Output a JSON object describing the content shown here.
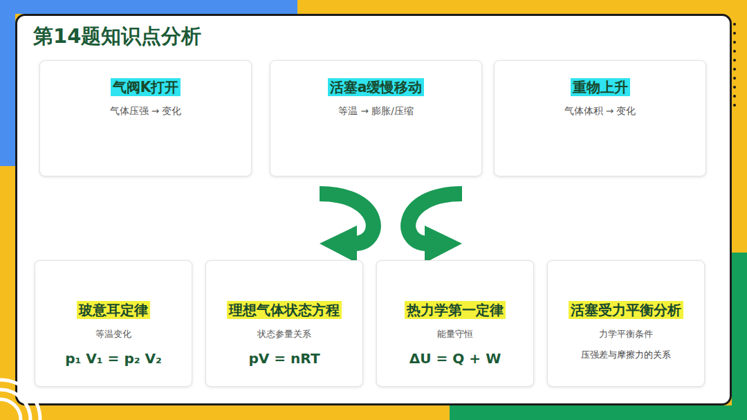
{
  "diagram": {
    "title": "第14题知识点分析",
    "nodes": [
      {
        "text": [
          "气阀K打开",
          "气体压强 → 变化"
        ]
      },
      {
        "text": [
          "活塞a缓慢移动",
          "等温 → 膨胀/压缩"
        ]
      },
      {
        "text": [
          "重物上升",
          "气体体积 → 变化"
        ]
      },
      {
        "text": [
          "玻意耳定律",
          "等温变化",
          "p₁ V₁ = p₂ V₂"
        ]
      },
      {
        "text": [
          "理想气体状态方程",
          "状态参量关系",
          "pV = nRT"
        ]
      },
      {
        "text": [
          "热力学第一定律",
          "能量守恒",
          "ΔU = Q + W"
        ]
      },
      {
        "text": [
          "活塞受力平衡分析",
          "力学平衡条件",
          "压强差与摩擦力的关系"
        ]
      }
    ]
  }
}
